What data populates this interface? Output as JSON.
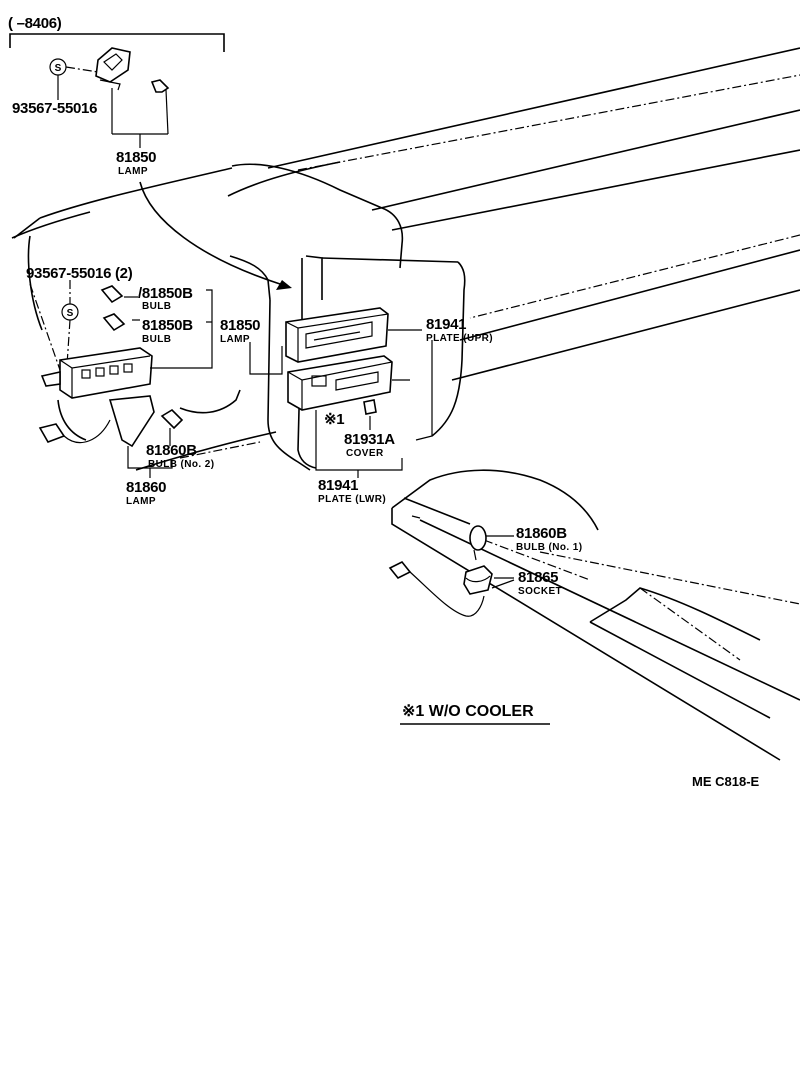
{
  "header": {
    "range_label": "(      –8406)"
  },
  "parts": {
    "screw_top": {
      "number": "93567-55016"
    },
    "lamp_top": {
      "number": "81850",
      "name": "LAMP"
    },
    "screw_mid": {
      "number": "93567-55016 (2)"
    },
    "bulb_a": {
      "number": "/81850B",
      "name": "BULB"
    },
    "bulb_b": {
      "number": "81850B",
      "name": "BULB"
    },
    "lamp_mid": {
      "number": "81850",
      "name": "LAMP"
    },
    "plate_upr": {
      "number": "81941",
      "name": "PLATE (UPR)"
    },
    "bulb_no2": {
      "number": "81860B",
      "name": "BULB (No. 2)"
    },
    "lamp_lwr": {
      "number": "81860",
      "name": "LAMP"
    },
    "cover": {
      "marker": "※1",
      "number": "81931A",
      "name": "COVER"
    },
    "plate_lwr": {
      "number": "81941",
      "name": "PLATE (LWR)"
    },
    "bulb_no1": {
      "number": "81860B",
      "name": "BULB (No. 1)"
    },
    "socket": {
      "number": "81865",
      "name": "SOCKET"
    },
    "screw_symbol": "S"
  },
  "footnote": {
    "text": "※1 W/O COOLER"
  },
  "code": {
    "text": "ME  C818-E"
  }
}
